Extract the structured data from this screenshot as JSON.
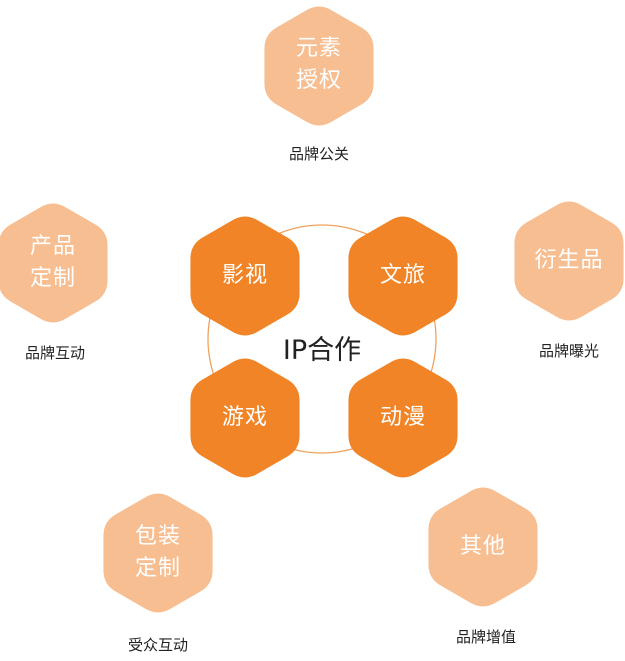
{
  "colors": {
    "light_hex": "#F7BE91",
    "dark_hex": "#F08427",
    "ring": "#EFA25F",
    "text_light": "#FFFFFF",
    "caption_text": "#222222"
  },
  "center": {
    "title": "IP合作",
    "inner_hexes": [
      {
        "label": "影视"
      },
      {
        "label": "文旅"
      },
      {
        "label": "游戏"
      },
      {
        "label": "动漫"
      }
    ]
  },
  "outer": [
    {
      "label": "元素\n授权",
      "caption": "品牌公关"
    },
    {
      "label": "产品\n定制",
      "caption": "品牌互动"
    },
    {
      "label": "衍生品",
      "caption": "品牌曝光"
    },
    {
      "label": "包装\n定制",
      "caption": "受众互动"
    },
    {
      "label": "其他",
      "caption": "品牌增值"
    }
  ]
}
